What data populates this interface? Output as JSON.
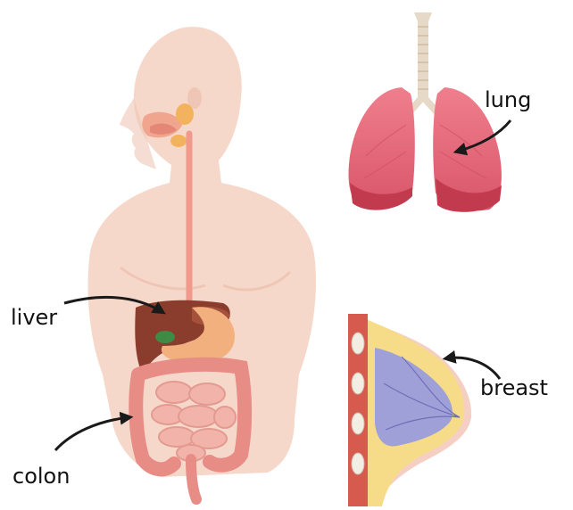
{
  "labels": {
    "lung": "lung",
    "liver": "liver",
    "breast": "breast",
    "colon": "colon"
  },
  "colors": {
    "skin": "#f6d8cb",
    "skin_shadow": "#efc6b5",
    "lung": "#e8687a",
    "lung_dark": "#c23a4e",
    "liver": "#8a3d2c",
    "stomach": "#f1b07d",
    "intestine": "#eea8a0",
    "gallbladder": "#3f8a45",
    "breast_fat": "#f6dc88",
    "breast_gland": "#9fa0d8",
    "arrow": "#1a1a1a"
  },
  "icons": [
    "arrow-to-lung",
    "arrow-to-liver",
    "arrow-to-breast",
    "arrow-to-colon"
  ]
}
